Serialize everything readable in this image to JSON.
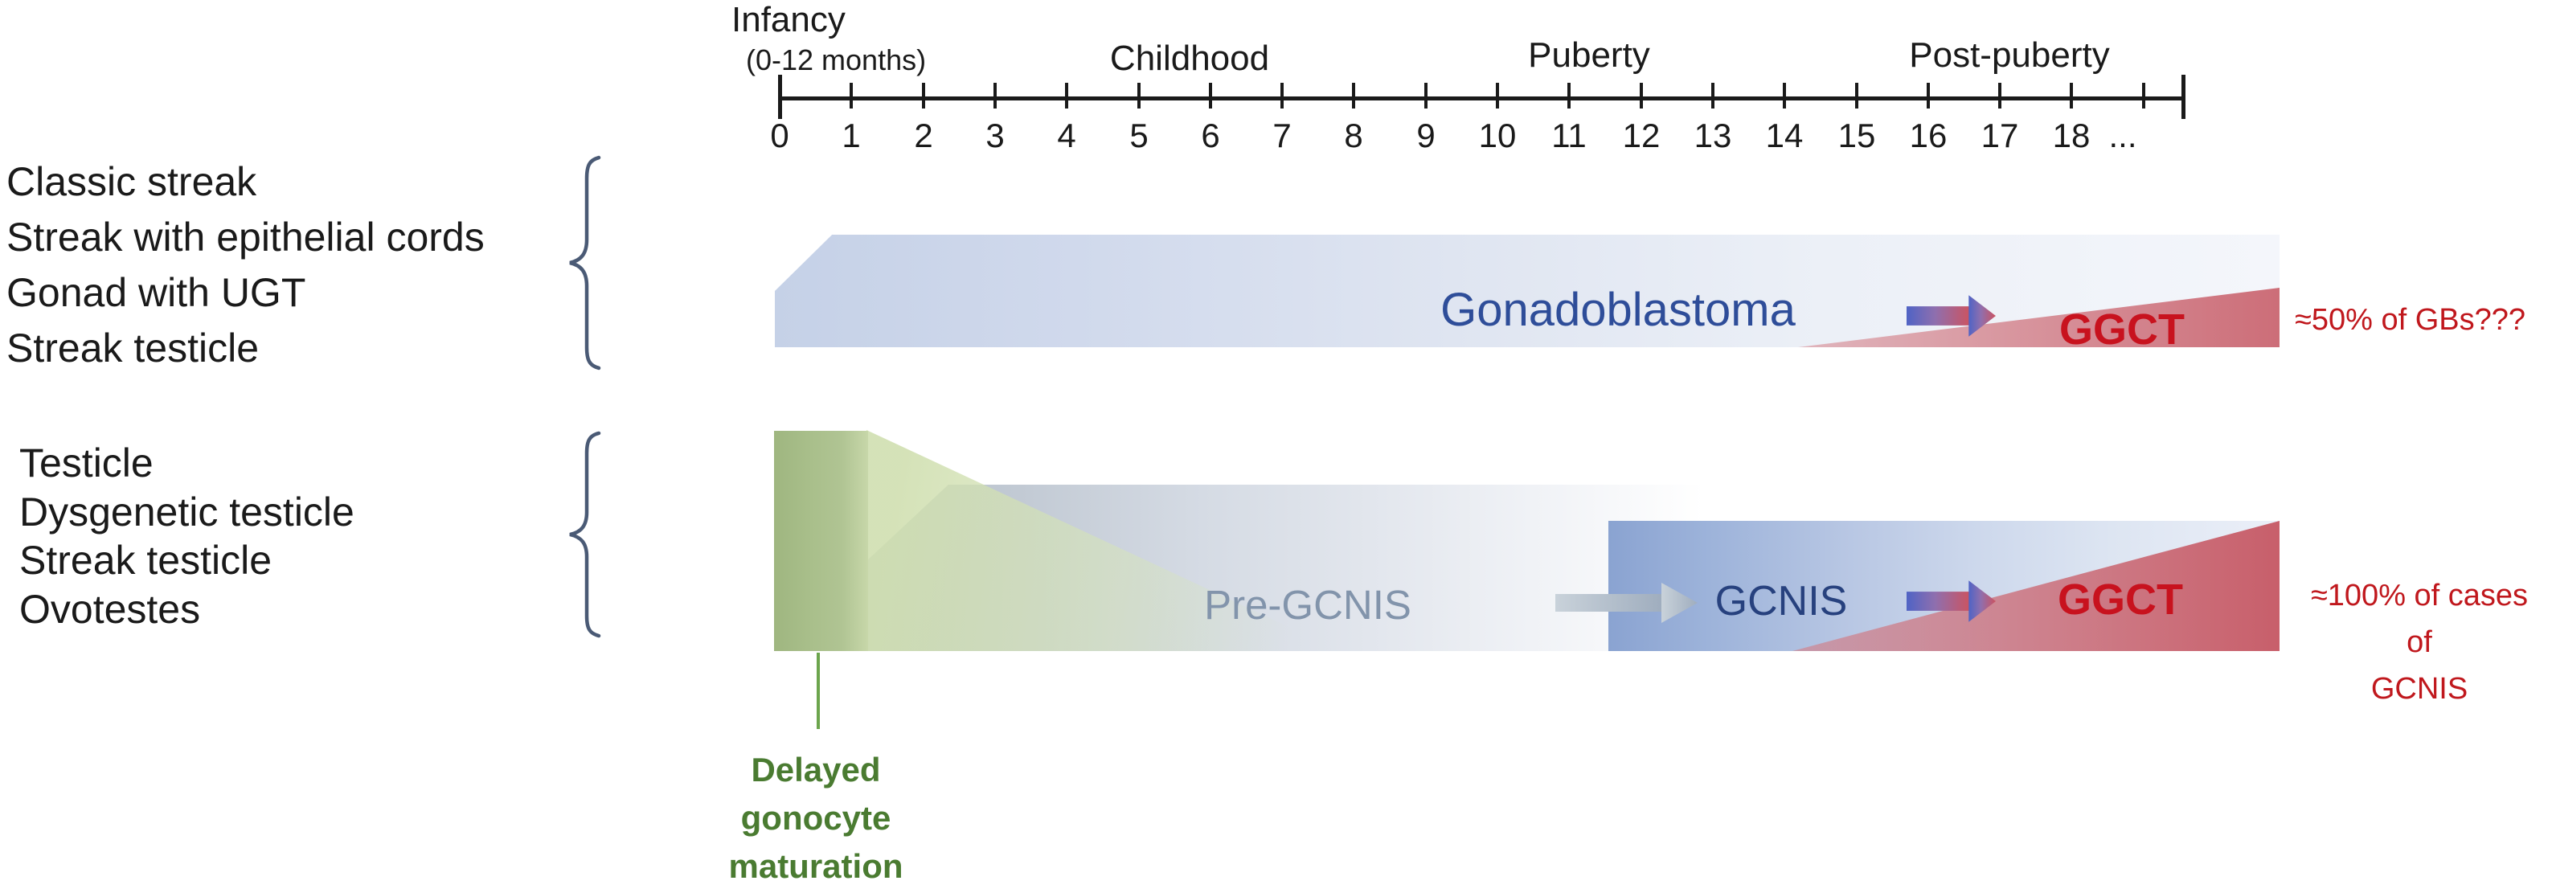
{
  "timeline": {
    "stages": [
      {
        "label": "Infancy",
        "sublabel": "(0-12 months)"
      },
      {
        "label": "Childhood"
      },
      {
        "label": "Puberty"
      },
      {
        "label": "Post-puberty"
      }
    ],
    "ticks": [
      "0",
      "1",
      "2",
      "3",
      "4",
      "5",
      "6",
      "7",
      "8",
      "9",
      "10",
      "11",
      "12",
      "13",
      "14",
      "15",
      "16",
      "17",
      "18",
      "..."
    ]
  },
  "gonad_groups": [
    {
      "items": [
        "Classic streak",
        "Streak with epithelial cords",
        "Gonad with UGT",
        "Streak testicle"
      ]
    },
    {
      "items": [
        "Testicle",
        "Dysgenetic testicle",
        "Streak testicle",
        "Ovotestes"
      ]
    }
  ],
  "gonadoblastoma_pathway": {
    "band_label": "Gonadoblastoma",
    "outcome_label": "GGCT",
    "annotation": "≈50% of GBs???"
  },
  "gcnis_pathway": {
    "pre_label": "Pre-GCNIS",
    "label": "GCNIS",
    "outcome_label": "GGCT",
    "annotation": [
      "≈100% of cases of",
      "GCNIS"
    ]
  },
  "callout": {
    "lines": [
      "Delayed",
      "gonocyte",
      "maturation"
    ]
  },
  "colors": {
    "ink": "#1a1a1a",
    "gonadoblastoma-text": "#2e4d99",
    "gcnis-text": "#27417e",
    "pre-gcnis-text": "#8294ab",
    "ggct-red": "#c8121e",
    "annotation-red": "#c0181d",
    "green-text": "#4a7b31",
    "green-line": "#6ca54d",
    "brace": "#4a5a75",
    "band-blue": "#c5d1e7",
    "band-gray-blue": "#b3bec9",
    "gcnis-blue": "#8aa3d1",
    "green-block": "#a9bf8b",
    "wedge-pink": "#c96b76",
    "arrow-gray": "#9fadbe",
    "arrow-blue": "#4f63c5",
    "arrow-red": "#cc5360"
  }
}
